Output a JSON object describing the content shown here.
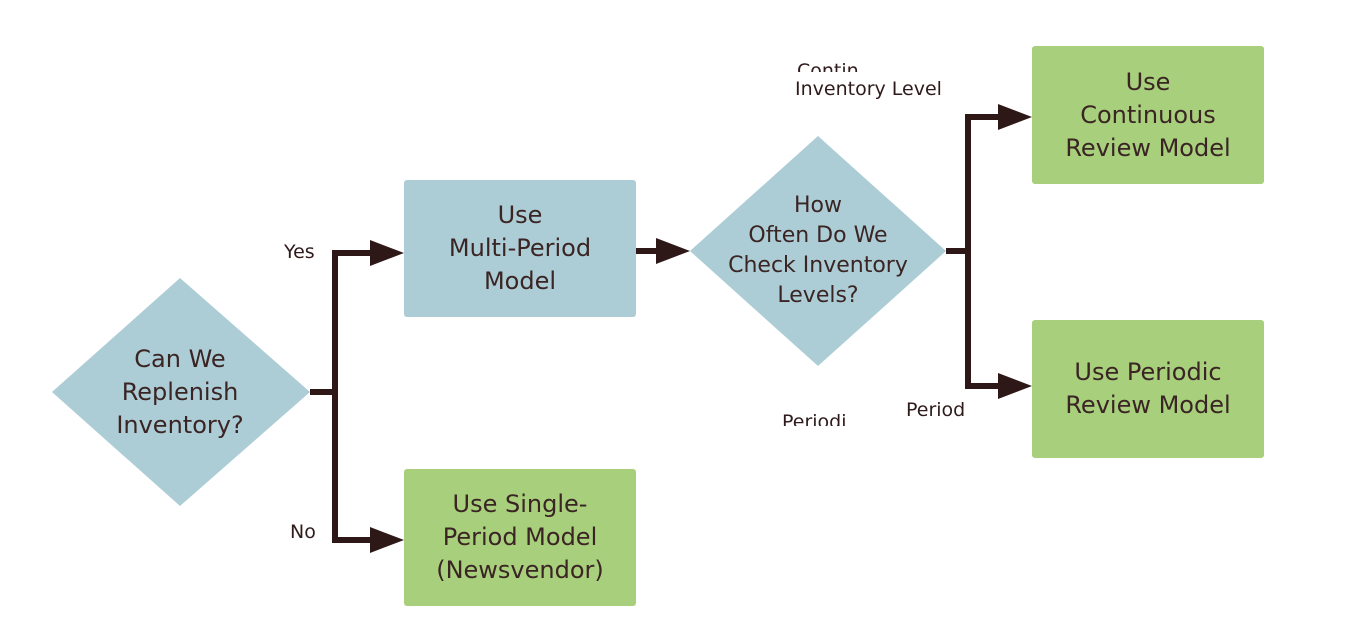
{
  "colors": {
    "decision_fill": "#adcdd6",
    "process_fill": "#adcdd6",
    "outcome_fill": "#a7cf7c",
    "connector": "#2e1717",
    "text": "#3a2424"
  },
  "nodes": {
    "replenish": {
      "shape": "diamond",
      "text": "Can We\nReplenish\nInventory?"
    },
    "multi_period": {
      "shape": "box",
      "text": "Use\nMulti-Period\nModel"
    },
    "single_period": {
      "shape": "box",
      "text": "Use Single-\nPeriod Model\n(Newsvendor)"
    },
    "check_frequency": {
      "shape": "diamond",
      "text": "How\nOften Do We\nCheck Inventory\nLevels?"
    },
    "continuous": {
      "shape": "box",
      "text": "Use\nContinuous\nReview Model"
    },
    "periodic": {
      "shape": "box",
      "text": "Use Periodic\nReview Model"
    }
  },
  "edges": {
    "yes": "Yes",
    "no": "No",
    "continuous_label_top": "Contin",
    "continuous_label": "Inventory Level",
    "periodic_label": "Period",
    "periodic_label_faded": "Periodi"
  }
}
